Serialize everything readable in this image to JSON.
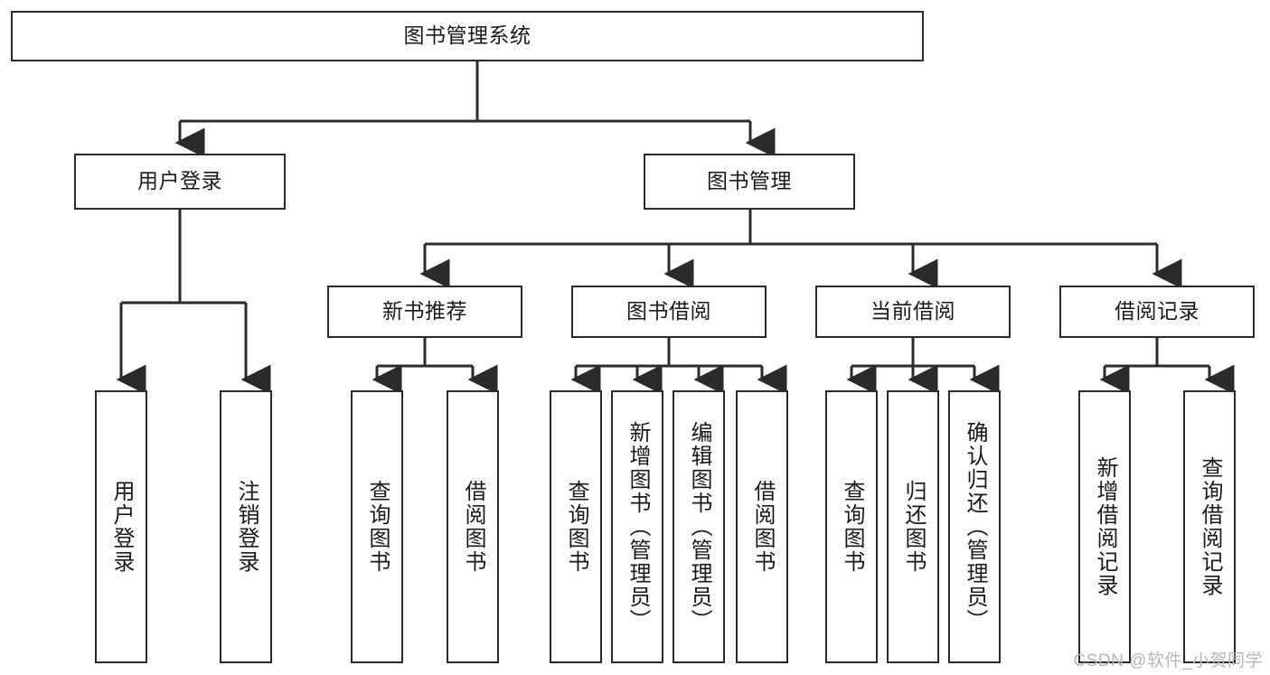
{
  "diagram": {
    "title": "图书管理系统",
    "watermark": "CSDN @软件_小贺同学",
    "colors": {
      "stroke": "#2b2b2b",
      "background": "#ffffff",
      "text": "#1a1a1a",
      "watermark": "#b6b6b6"
    },
    "nodes": {
      "root": {
        "label": "图书管理系统",
        "orientation": "horizontal",
        "level": 1
      },
      "user_login": {
        "label": "用户登录",
        "orientation": "horizontal",
        "level": 2
      },
      "book_manage": {
        "label": "图书管理",
        "orientation": "horizontal",
        "level": 2
      },
      "new_book_rec": {
        "label": "新书推荐",
        "orientation": "horizontal",
        "level": 3
      },
      "book_borrow": {
        "label": "图书借阅",
        "orientation": "horizontal",
        "level": 3
      },
      "current_borrow": {
        "label": "当前借阅",
        "orientation": "horizontal",
        "level": 3
      },
      "borrow_record": {
        "label": "借阅记录",
        "orientation": "horizontal",
        "level": 3
      },
      "leaf_user_login": {
        "label": "用户登录",
        "orientation": "vertical",
        "level": 3
      },
      "leaf_logout": {
        "label": "注销登录",
        "orientation": "vertical",
        "level": 3
      },
      "leaf_query_book_1": {
        "label": "查询图书",
        "orientation": "vertical",
        "level": 4
      },
      "leaf_borrow_book_1": {
        "label": "借阅图书",
        "orientation": "vertical",
        "level": 4
      },
      "leaf_query_book_2": {
        "label": "查询图书",
        "orientation": "vertical",
        "level": 4
      },
      "leaf_add_book": {
        "label": "新增图书（管理员）",
        "orientation": "vertical",
        "level": 4
      },
      "leaf_edit_book": {
        "label": "编辑图书（管理员）",
        "orientation": "vertical",
        "level": 4
      },
      "leaf_borrow_book_2": {
        "label": "借阅图书",
        "orientation": "vertical",
        "level": 4
      },
      "leaf_query_book_3": {
        "label": "查询图书",
        "orientation": "vertical",
        "level": 4
      },
      "leaf_return_book": {
        "label": "归还图书",
        "orientation": "vertical",
        "level": 4
      },
      "leaf_confirm_return": {
        "label": "确认归还（管理员）",
        "orientation": "vertical",
        "level": 4
      },
      "leaf_add_record": {
        "label": "新增借阅记录",
        "orientation": "vertical",
        "level": 4
      },
      "leaf_query_record": {
        "label": "查询借阅记录",
        "orientation": "vertical",
        "level": 4
      }
    },
    "hierarchy": [
      {
        "parent": "root",
        "children": [
          "user_login",
          "book_manage"
        ]
      },
      {
        "parent": "user_login",
        "children": [
          "leaf_user_login",
          "leaf_logout"
        ]
      },
      {
        "parent": "book_manage",
        "children": [
          "new_book_rec",
          "book_borrow",
          "current_borrow",
          "borrow_record"
        ]
      },
      {
        "parent": "new_book_rec",
        "children": [
          "leaf_query_book_1",
          "leaf_borrow_book_1"
        ]
      },
      {
        "parent": "book_borrow",
        "children": [
          "leaf_query_book_2",
          "leaf_add_book",
          "leaf_edit_book",
          "leaf_borrow_book_2"
        ]
      },
      {
        "parent": "current_borrow",
        "children": [
          "leaf_query_book_3",
          "leaf_return_book",
          "leaf_confirm_return"
        ]
      },
      {
        "parent": "borrow_record",
        "children": [
          "leaf_add_record",
          "leaf_query_record"
        ]
      }
    ]
  }
}
